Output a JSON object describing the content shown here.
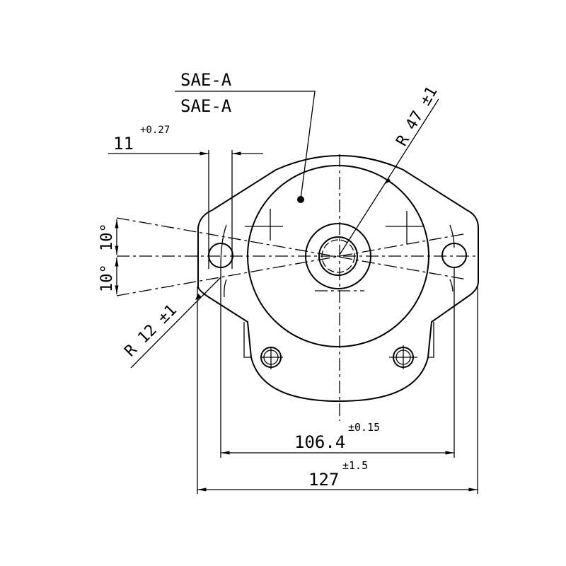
{
  "drawing": {
    "flange_label_top": "SAE-A",
    "flange_label_bottom": "SAE-A",
    "slot_width": {
      "value": "11",
      "tolerance": "+0.27"
    },
    "radius_large": "R 47 ±1",
    "radius_small": "R 12 ±1",
    "angle_upper": "10°",
    "angle_lower": "10°",
    "bolt_spacing": {
      "value": "106.4",
      "tolerance": "±0.15"
    },
    "overall_width": {
      "value": "127",
      "tolerance": "±1.5"
    }
  }
}
